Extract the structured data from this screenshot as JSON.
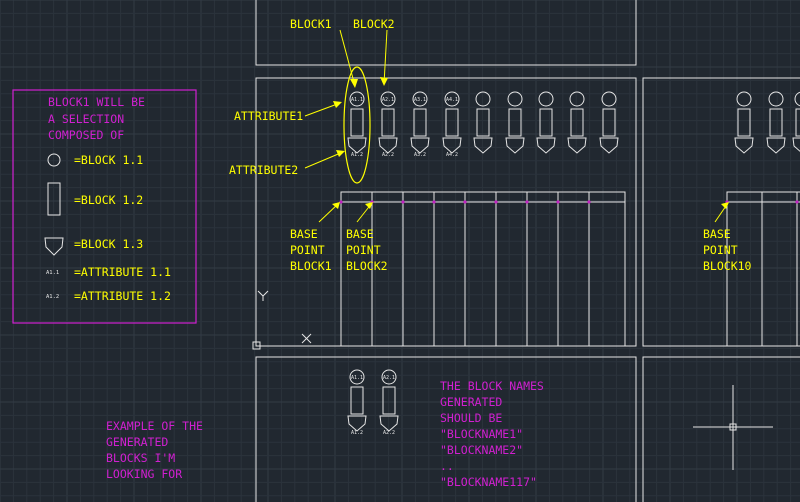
{
  "colors": {
    "background": "#212830",
    "grid": "#2b333c",
    "grid_major": "#323b45",
    "line": "#e6e6e6",
    "yellow": "#ffff00",
    "magenta": "#d020d0",
    "point": "#c020c0"
  },
  "legend": {
    "title_lines": [
      "BLOCK1 WILL BE",
      "A SELECTION",
      "COMPOSED OF"
    ],
    "items": [
      {
        "icon": "circle-icon",
        "label": "=BLOCK 1.1"
      },
      {
        "icon": "rectangle-icon",
        "label": "=BLOCK 1.2"
      },
      {
        "icon": "pentagon-icon",
        "label": "=BLOCK 1.3"
      },
      {
        "tag": "A1.1",
        "label": "=ATTRIBUTE 1.1"
      },
      {
        "tag": "A1.2",
        "label": "=ATTRIBUTE 1.2"
      }
    ]
  },
  "callouts": {
    "block1": "BLOCK1",
    "block2": "BLOCK2",
    "attribute1": "ATTRIBUTE1",
    "attribute2": "ATTRIBUTE2",
    "base_point_block1": [
      "BASE",
      "POINT",
      "BLOCK1"
    ],
    "base_point_block2": [
      "BASE",
      "POINT",
      "BLOCK2"
    ],
    "base_point_block10": [
      "BASE",
      "POINT",
      "BLOCK10"
    ]
  },
  "attribute_tags_top": [
    "A1.1",
    "A2.1",
    "A3.1",
    "A4.1"
  ],
  "attribute_tags_bottom": [
    "A1.2",
    "A2.2",
    "A3.2",
    "A4.2"
  ],
  "example_tags": {
    "top": [
      "A1.1",
      "A2.1"
    ],
    "bottom": [
      "A1.2",
      "A2.2"
    ]
  },
  "example_text": [
    "EXAMPLE OF THE",
    "GENERATED",
    "BLOCKS I'M",
    "LOOKING FOR"
  ],
  "names_note": [
    "THE BLOCK NAMES",
    "GENERATED",
    "SHOULD BE",
    "\"BLOCKNAME1\"",
    "\"BLOCKNAME2\"",
    "..",
    "\"BLOCKNAME117\""
  ],
  "ucs": {
    "x": "X",
    "y": "Y"
  }
}
